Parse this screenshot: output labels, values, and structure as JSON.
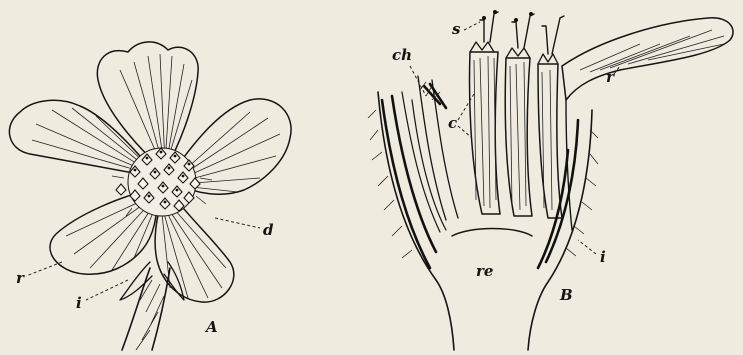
{
  "figure_a": {
    "panel_label": "A",
    "labels": {
      "d": "d",
      "r": "r",
      "i": "i"
    }
  },
  "figure_b": {
    "panel_label": "B",
    "labels": {
      "s": "s",
      "ch": "ch",
      "c": "c",
      "r": "r",
      "re": "re",
      "i": "i"
    }
  }
}
